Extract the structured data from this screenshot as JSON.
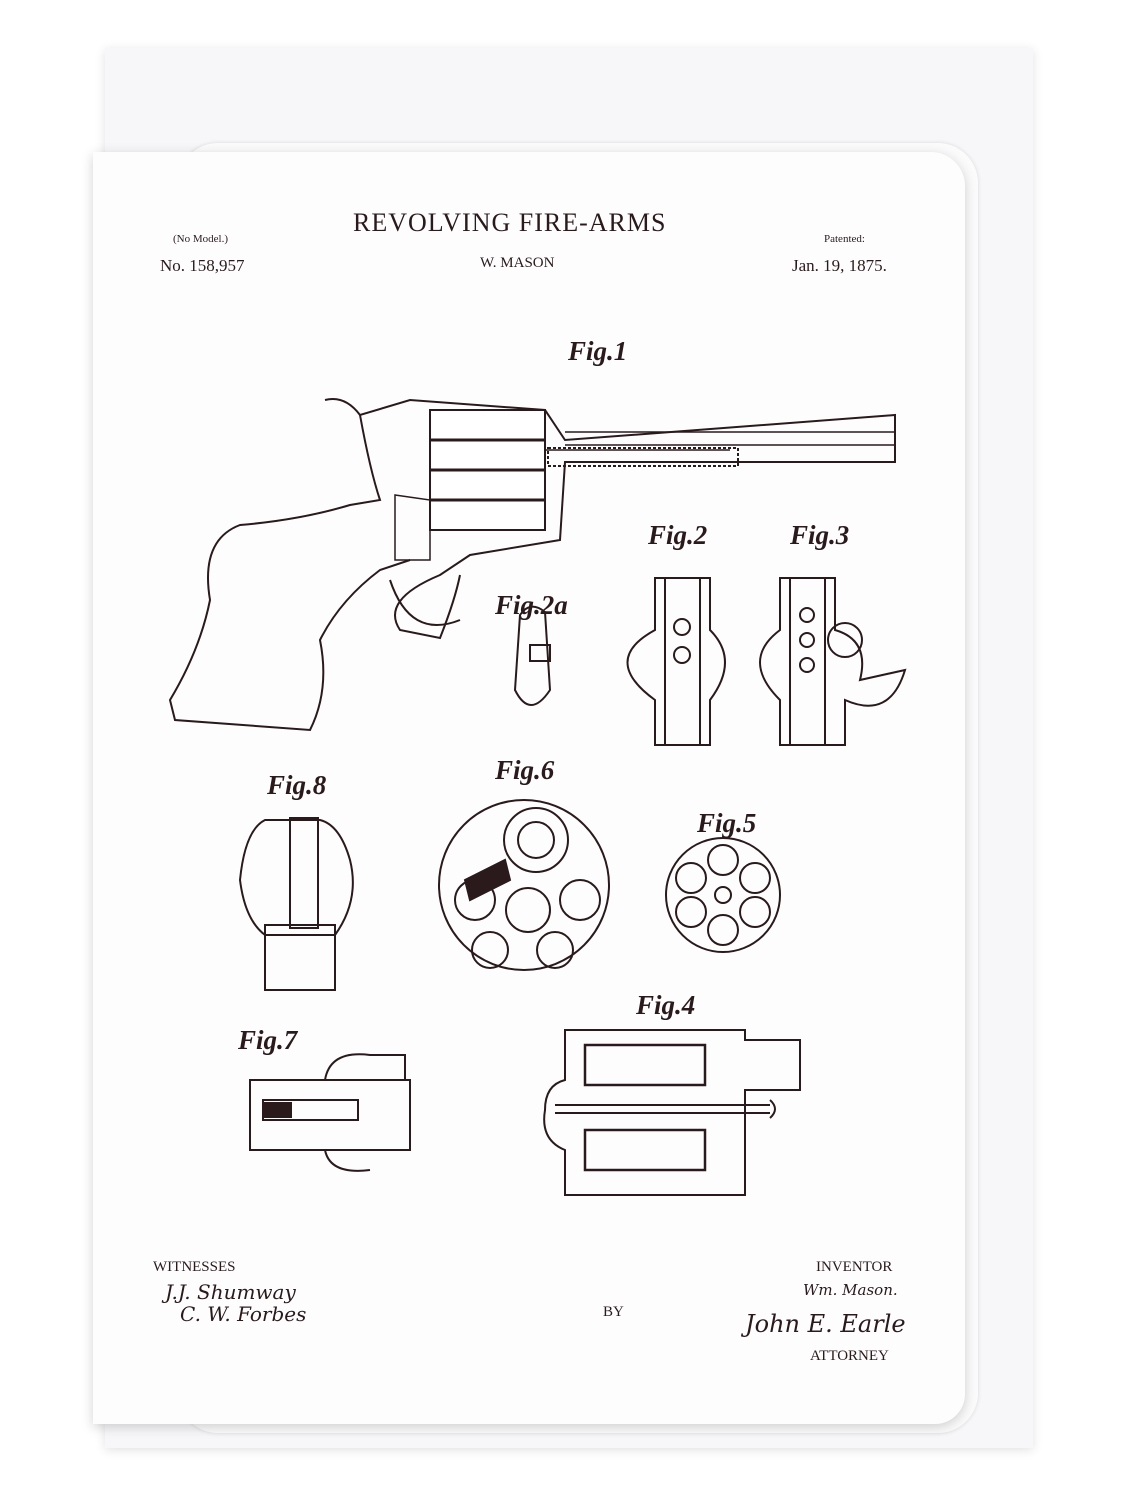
{
  "header": {
    "title": "REVOLVING FIRE-ARMS",
    "model_note": "(No Model.)",
    "patent_number": "No. 158,957",
    "inventor_name": "W. MASON",
    "patented_label": "Patented:",
    "patent_date": "Jan. 19, 1875."
  },
  "figures": [
    "Fig.1",
    "Fig.2",
    "Fig.3",
    "Fig.2a",
    "Fig.8",
    "Fig.6",
    "Fig.5",
    "Fig.7",
    "Fig.4"
  ],
  "footer": {
    "witnesses_label": "WITNESSES",
    "witness_signatures": [
      "J.J. Shumway",
      "C. W. Forbes"
    ],
    "by_label": "BY",
    "inventor_label": "INVENTOR",
    "inventor_signature": "Wm. Mason.",
    "attorney_signature": "John E. Earle",
    "attorney_label": "ATTORNEY"
  },
  "colors": {
    "ink": "#2a1a1c",
    "paper": "#fdfdfe"
  }
}
